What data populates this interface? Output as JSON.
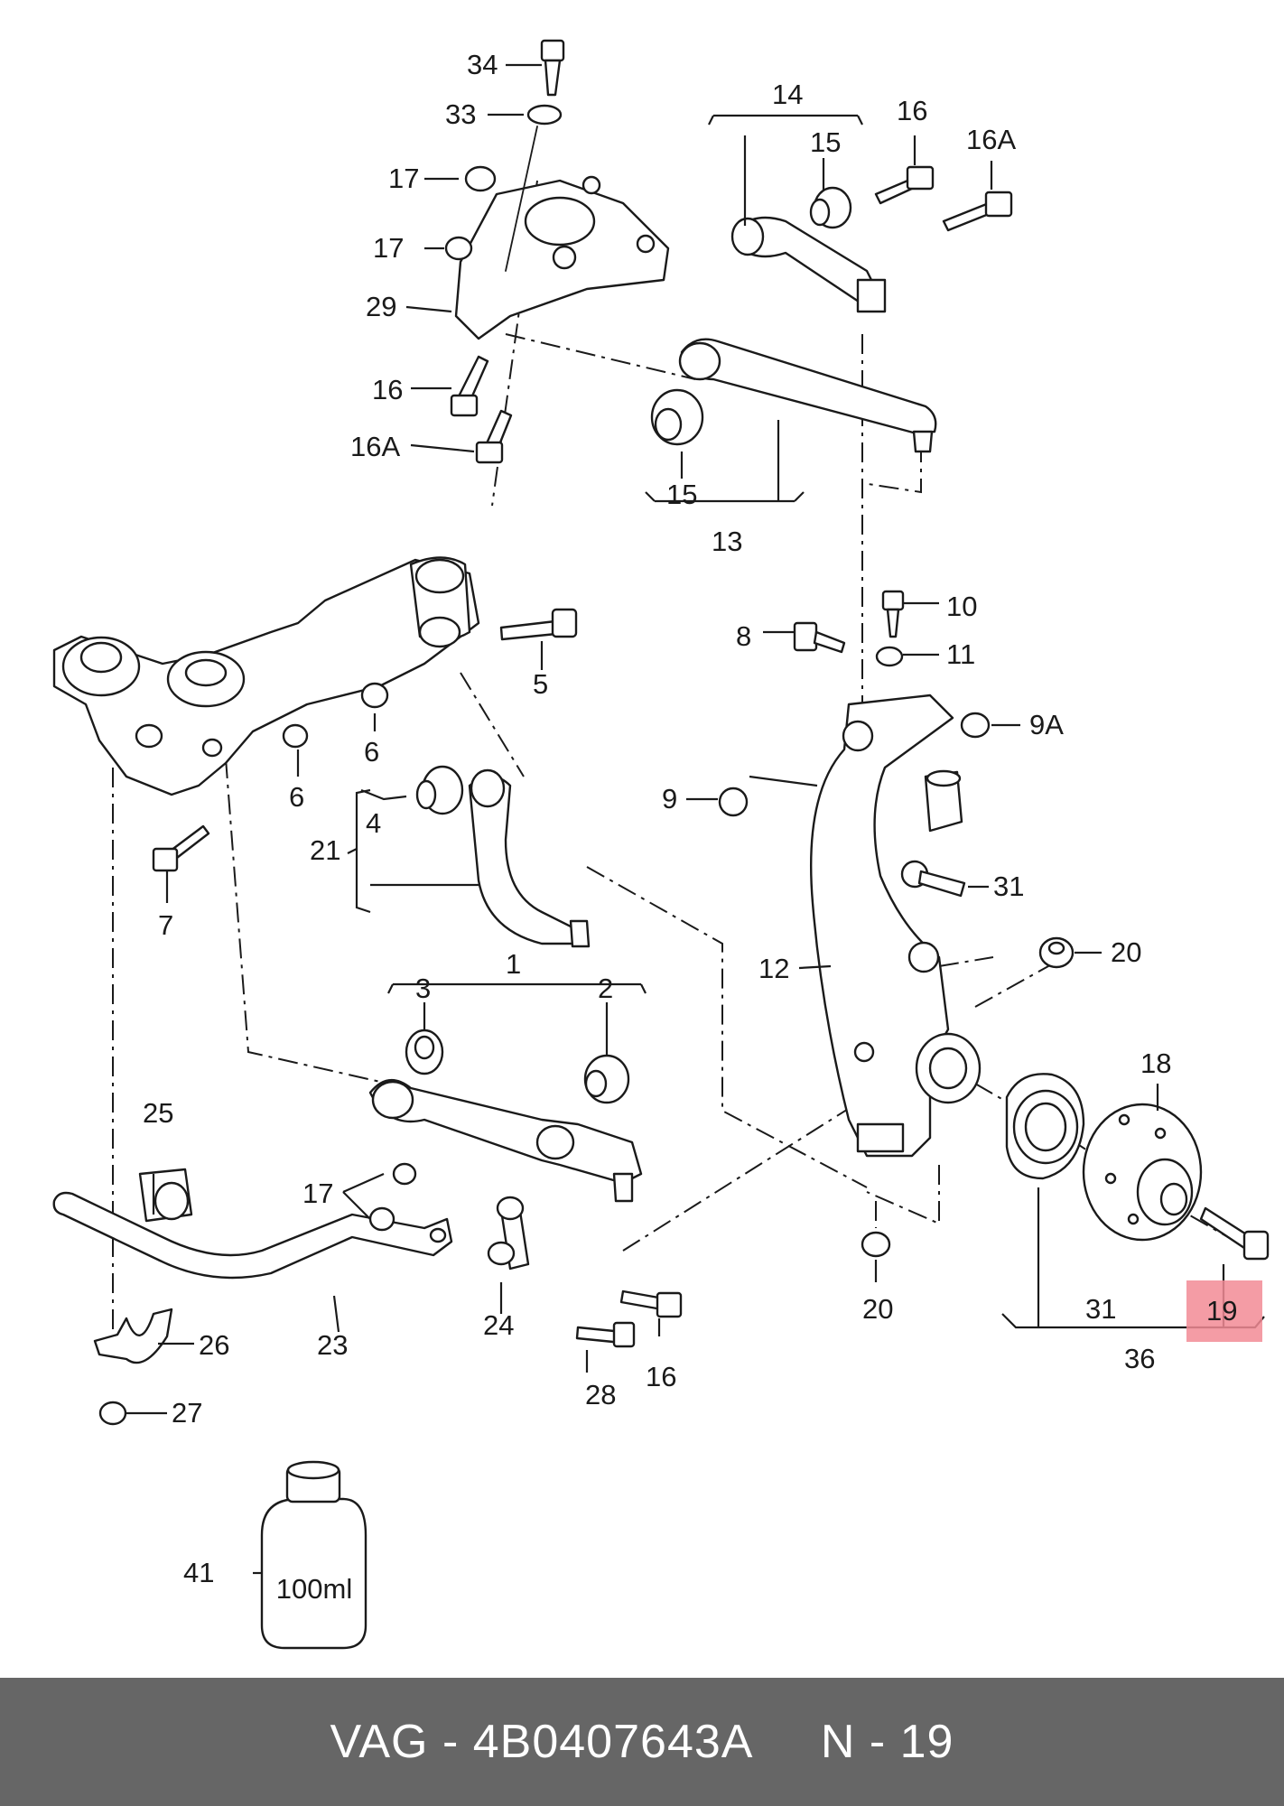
{
  "footer": {
    "brand": "VAG",
    "part_number": "4B0407643A",
    "position": "N - 19"
  },
  "highlight": {
    "label": "19",
    "color": "#f28b95"
  },
  "bottle_text": "100ml",
  "callouts": {
    "c1": "1",
    "c2": "2",
    "c3": "3",
    "c4": "4",
    "c5": "5",
    "c6a": "6",
    "c6b": "6",
    "c7": "7",
    "c8": "8",
    "c9": "9",
    "c9a": "9A",
    "c10": "10",
    "c11": "11",
    "c12": "12",
    "c13": "13",
    "c14": "14",
    "c15a": "15",
    "c15b": "15",
    "c16a": "16",
    "c16b": "16",
    "c16c": "16",
    "c16aa": "16A",
    "c16ab": "16A",
    "c17a": "17",
    "c17b": "17",
    "c17c": "17",
    "c18": "18",
    "c19": "19",
    "c20a": "20",
    "c20b": "20",
    "c21": "21",
    "c23": "23",
    "c24": "24",
    "c25": "25",
    "c26": "26",
    "c27": "27",
    "c28": "28",
    "c29": "29",
    "c31a": "31",
    "c31b": "31",
    "c33": "33",
    "c34": "34",
    "c36": "36",
    "c41": "41"
  }
}
